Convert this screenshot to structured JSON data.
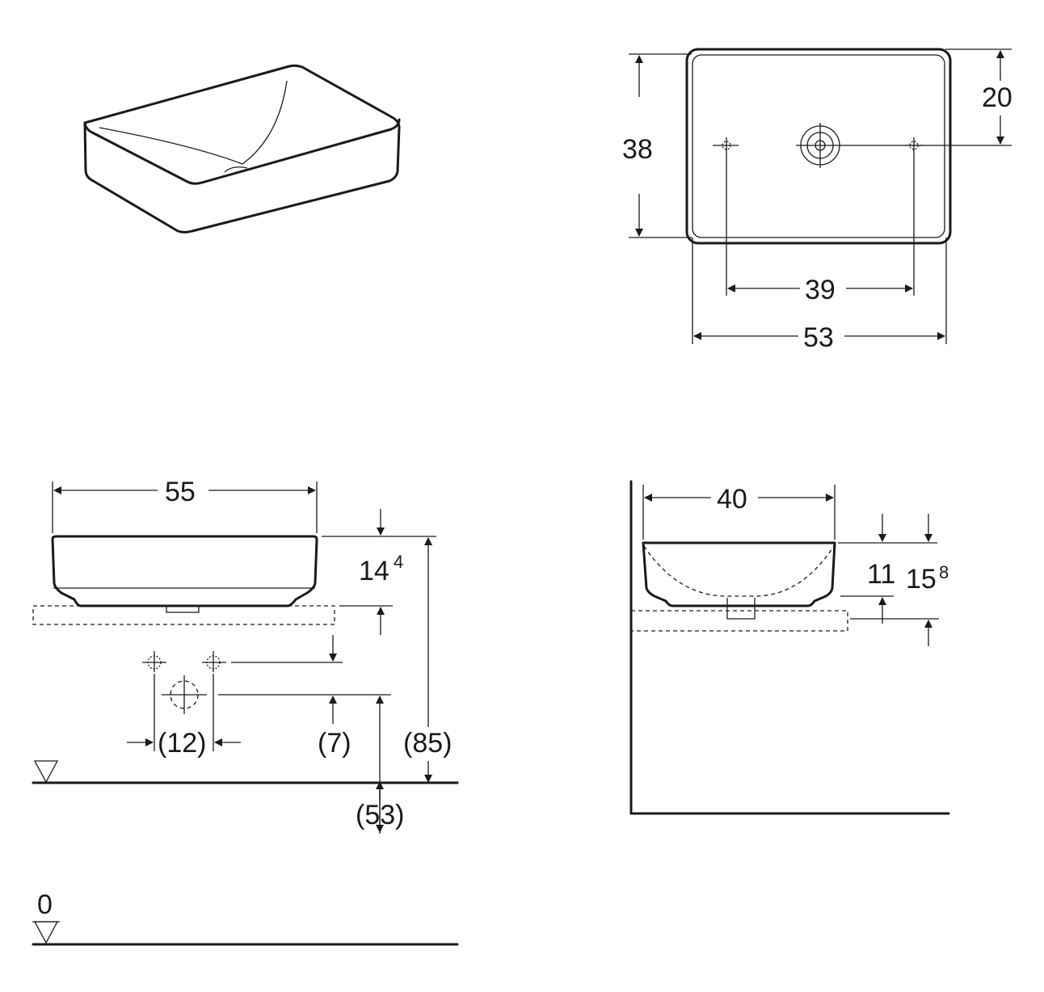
{
  "colors": {
    "ink": "#1a1a1a",
    "paper": "#ffffff"
  },
  "top_view": {
    "depth": "38",
    "drain_offset": "20",
    "tap_spacing": "39",
    "width": "53"
  },
  "front_view": {
    "width": "55",
    "height_main": "14",
    "height_sup": "4",
    "tap_spacing": "(12)",
    "tap_offset": "(7)",
    "drain_height": "(53)",
    "rim_height": "(85)",
    "floor_level": "0"
  },
  "side_view": {
    "depth": "40",
    "inner_height": "11",
    "overall_height_main": "15",
    "overall_height_sup": "8"
  }
}
